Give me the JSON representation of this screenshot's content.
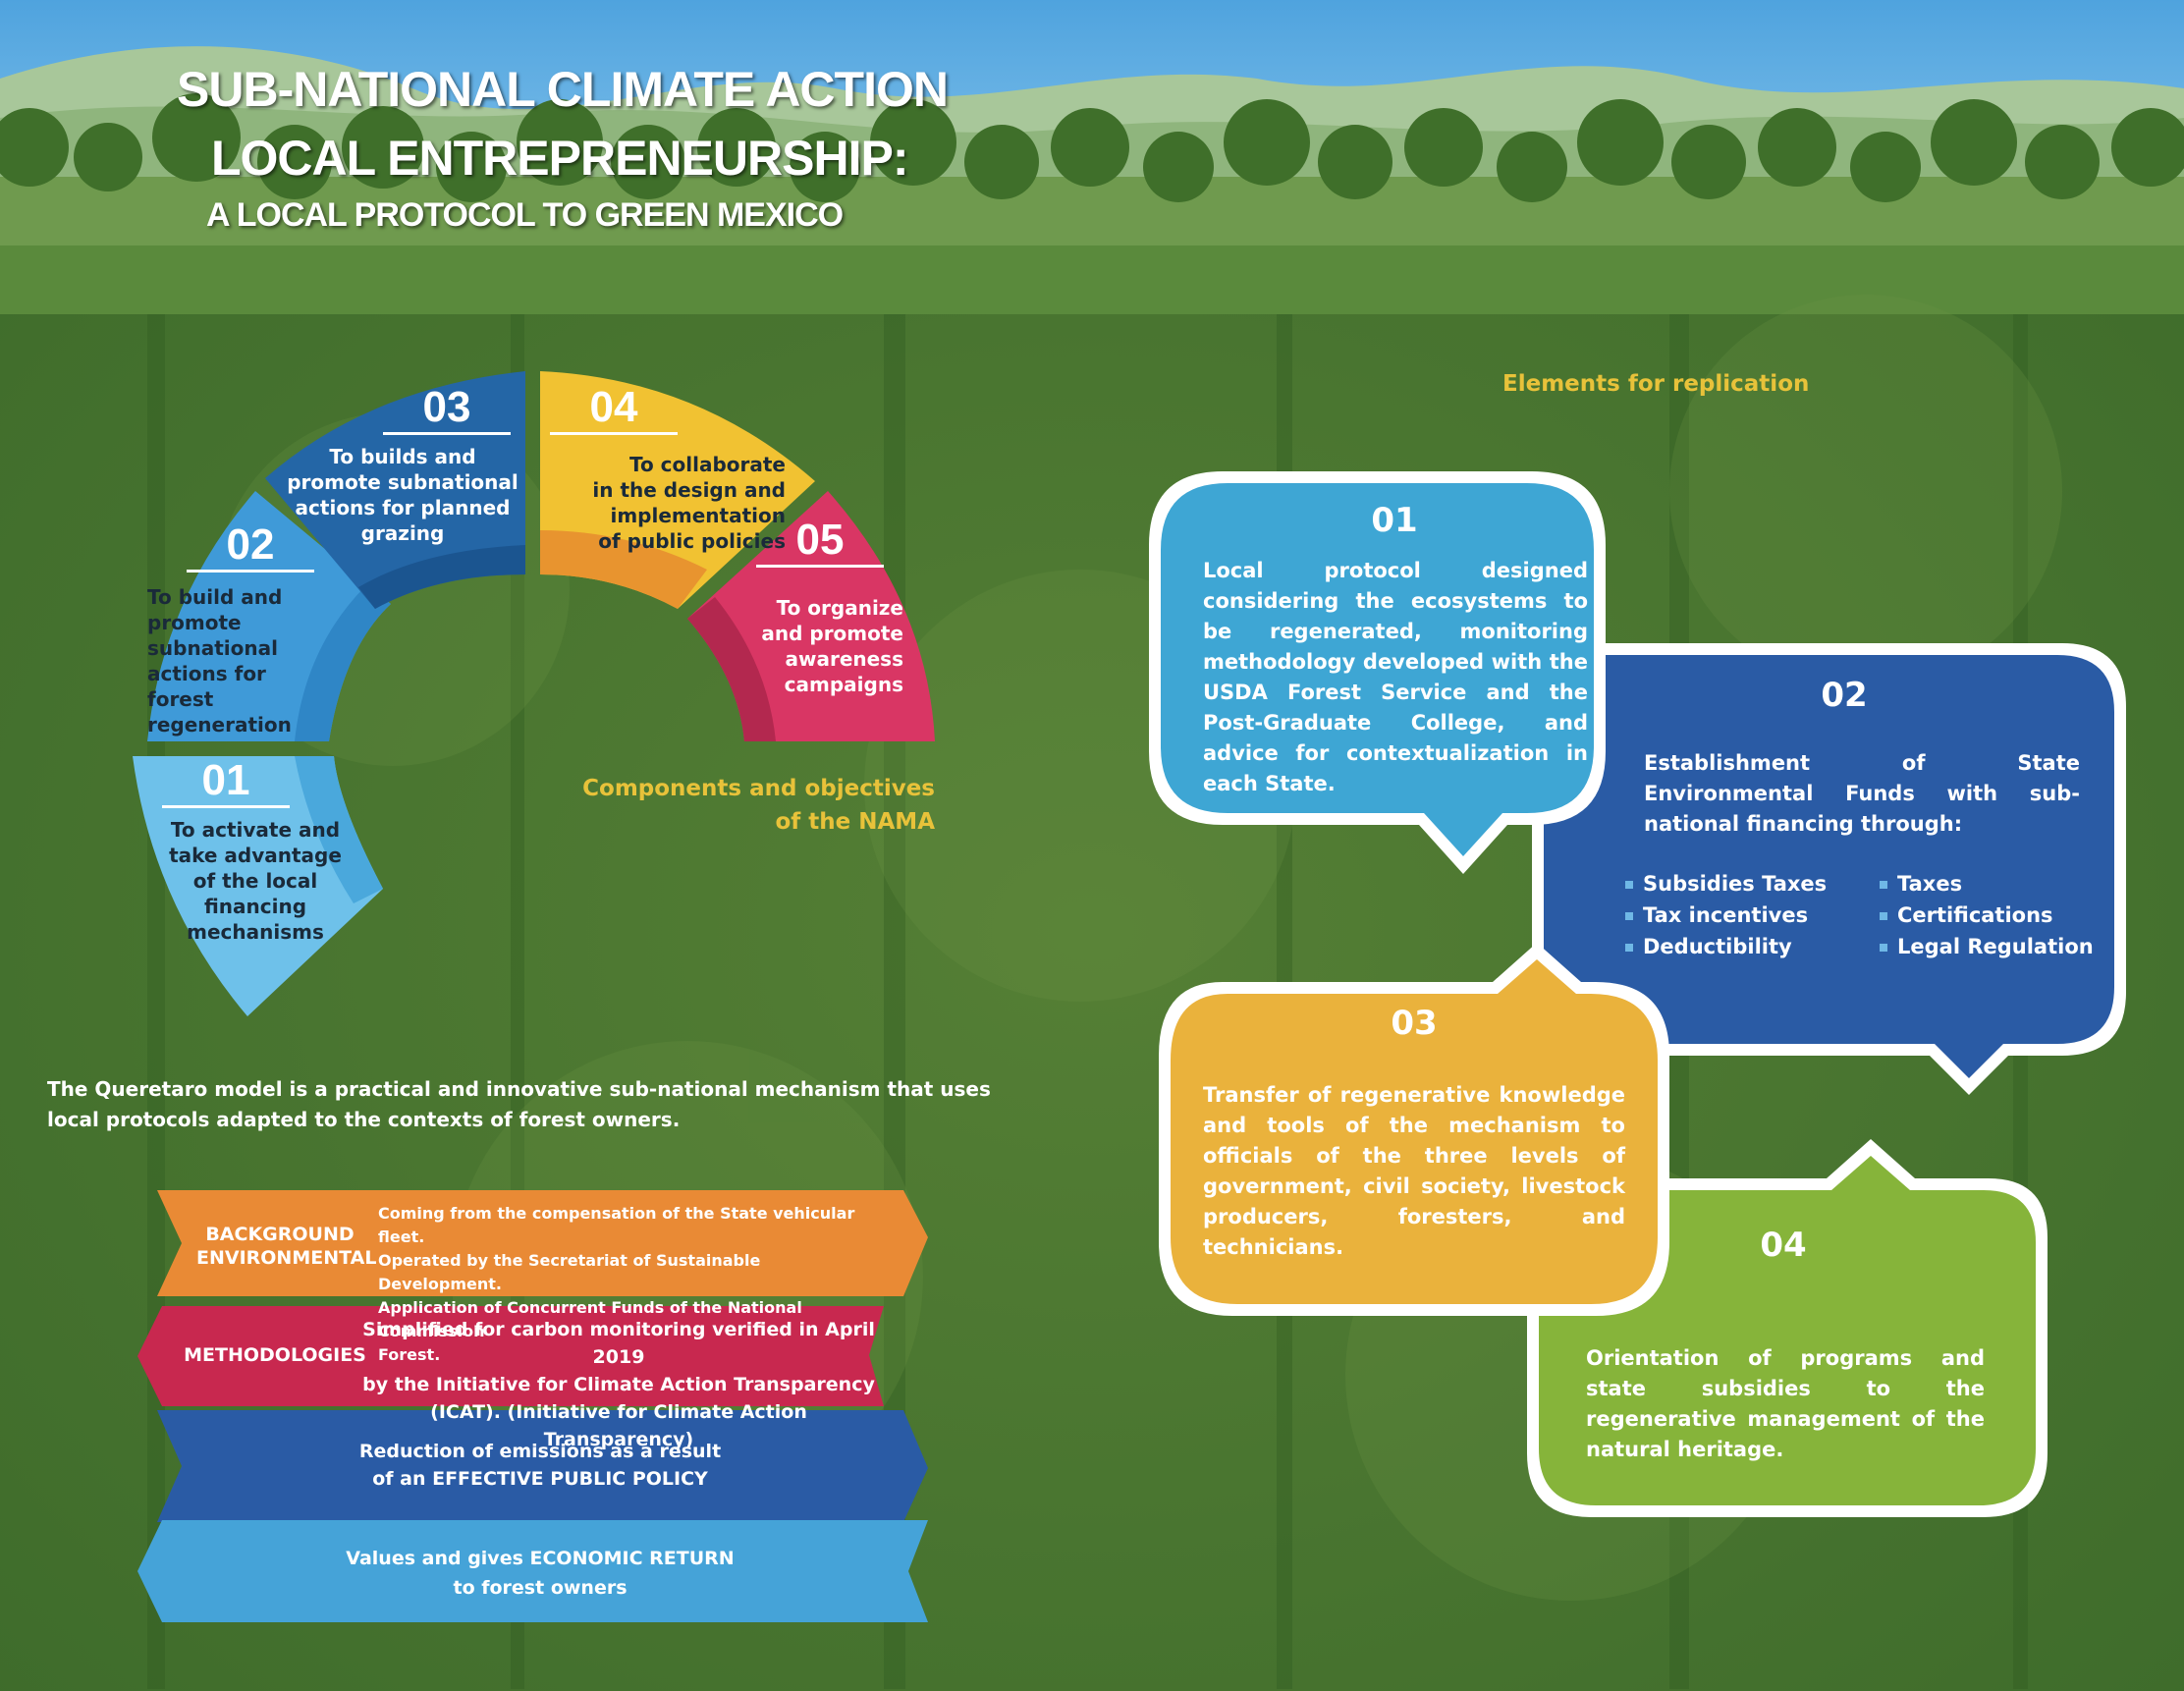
{
  "header": {
    "title_line1": "SUB-NATIONAL CLIMATE ACTION",
    "title_line2": "LOCAL ENTREPRENEURSHIP:",
    "title_line3": "A LOCAL PROTOCOL TO GREEN MEXICO"
  },
  "components": {
    "caption_line1": "Components and objectives",
    "caption_line2": "of the NAMA",
    "segments": [
      {
        "number": "01",
        "text": [
          "To activate and",
          "take advantage",
          "of the local",
          "financing",
          "mechanisms"
        ],
        "color": "#6ec1ea"
      },
      {
        "number": "02",
        "text": [
          "To build and",
          "promote",
          "subnational",
          "actions for",
          "forest",
          "regeneration"
        ],
        "color": "#3f9ad8"
      },
      {
        "number": "03",
        "text": [
          "To builds and",
          "promote subnational",
          "actions for planned",
          "grazing"
        ],
        "color": "#2466a6"
      },
      {
        "number": "04",
        "text": [
          "To collaborate",
          "in the design and",
          "implementation",
          "of public policies"
        ],
        "color": "#f1c232"
      },
      {
        "number": "05",
        "text": [
          "To organize",
          "and promote",
          "awareness",
          "campaigns"
        ],
        "color": "#d93664"
      }
    ]
  },
  "intro_text": "The Queretaro model is a practical and innovative sub-national mechanism that uses local protocols adapted to the contexts of forest owners.",
  "ribbons": [
    {
      "label": "BACKGROUND ENVIRONMENTAL",
      "text": [
        "Coming from the compensation of the State vehicular fleet.",
        "Operated by the Secretariat of Sustainable Development.",
        "Application of Concurrent Funds of the National Commission",
        "Forest."
      ],
      "color": "#e98a35"
    },
    {
      "label": "METHODOLOGIES",
      "text": [
        "Simplified for carbon monitoring verified in April 2019",
        "by the Initiative for Climate Action Transparency",
        "(ICAT). (Initiative for Climate Action Transparency)"
      ],
      "color": "#c8284f"
    },
    {
      "label": "",
      "text": [
        "Reduction of emissions as a result",
        "of an EFFECTIVE PUBLIC POLICY"
      ],
      "color": "#2a5ba5"
    },
    {
      "label": "",
      "text": [
        "Values and gives ECONOMIC RETURN",
        "to forest owners"
      ],
      "color": "#45a3d8"
    }
  ],
  "replication": {
    "heading": "Elements for replication",
    "bubbles": [
      {
        "number": "01",
        "text": "Local protocol designed considering the ecosystems to be regenerated, monitoring methodology developed with the USDA Forest Service and the Post-Graduate College, and advice for contextualization in each State.",
        "color": "#3ea6d4"
      },
      {
        "number": "02",
        "text": "Establishment of State Environmental Funds with sub-national financing through:",
        "bullets_left": [
          "Subsidies Taxes",
          "Tax incentives",
          "Deductibility"
        ],
        "bullets_right": [
          "Taxes",
          "Certifications",
          "Legal Regulation"
        ],
        "color": "#2a5ba5"
      },
      {
        "number": "03",
        "text": "Transfer of regenerative knowledge and tools of the mechanism to officials of the three levels of government, civil society, livestock producers, foresters, and technicians.",
        "color": "#eab23c"
      },
      {
        "number": "04",
        "text": "Orientation of programs and state subsidies to the regenerative management of the natural heritage.",
        "color": "#86b43a"
      }
    ]
  }
}
